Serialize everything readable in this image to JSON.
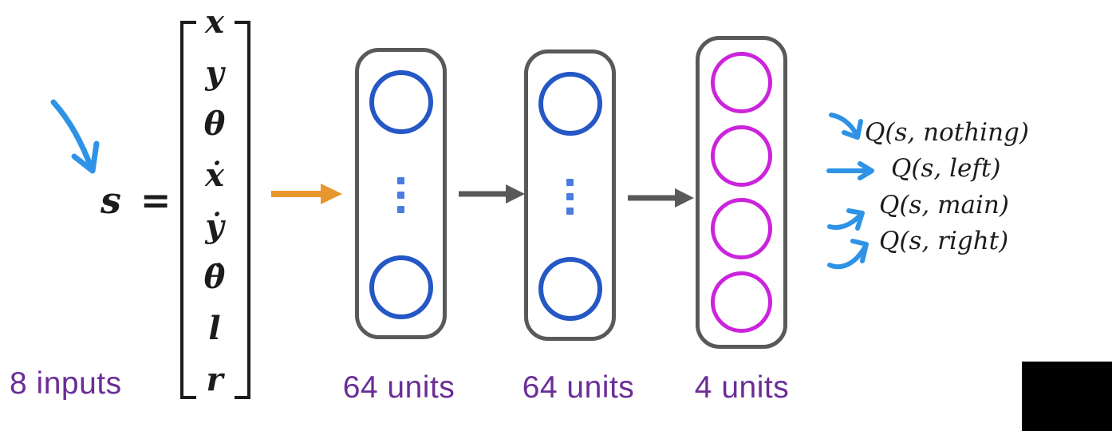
{
  "diagram": {
    "title_semantics": "Deep Q-Network architecture (state to Q-values)",
    "state_equation": "s =",
    "state_vector": [
      "x",
      "y",
      "θ",
      "ẋ",
      "ẏ",
      "θ̇",
      "l",
      "r"
    ],
    "input_label": "8 inputs",
    "layers": [
      {
        "label": "64 units",
        "type": "hidden"
      },
      {
        "label": "64 units",
        "type": "hidden"
      },
      {
        "label": "4 units",
        "type": "output"
      }
    ],
    "outputs": [
      "Q(s, nothing)",
      "Q(s, left)",
      "Q(s, main)",
      "Q(s, right)"
    ],
    "colors": {
      "hidden_neuron_blue": "#2557c5",
      "ellipsis_dot_blue": "#4a7ce0",
      "output_neuron_magenta": "#cb24dc",
      "layer_border_gray": "#58595b",
      "flow_arrow_gray": "#58595b",
      "input_arrow_orange": "#e8962e",
      "annotation_arrow_blue": "#2e93e6",
      "unit_label_purple": "#6b2d97",
      "math_text": "#1c1c1c",
      "black_box": "#000000"
    }
  }
}
